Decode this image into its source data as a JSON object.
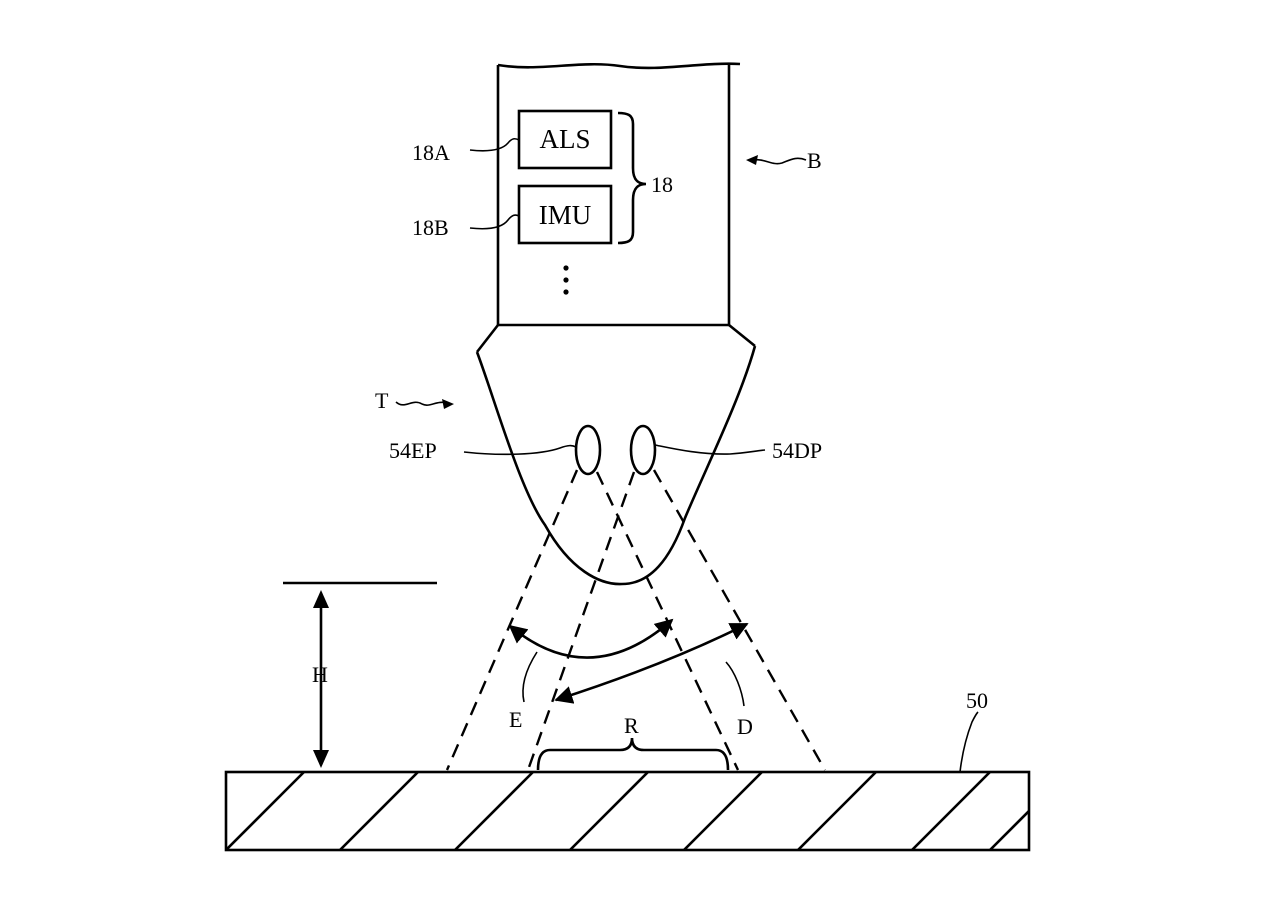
{
  "labels": {
    "als": "ALS",
    "imu": "IMU",
    "ref_18a": "18A",
    "ref_18b": "18B",
    "ref_18": "18",
    "ref_b": "B",
    "ref_t": "T",
    "ref_54ep": "54EP",
    "ref_54dp": "54DP",
    "ref_h": "H",
    "ref_e": "E",
    "ref_d": "D",
    "ref_r": "R",
    "ref_50": "50"
  }
}
